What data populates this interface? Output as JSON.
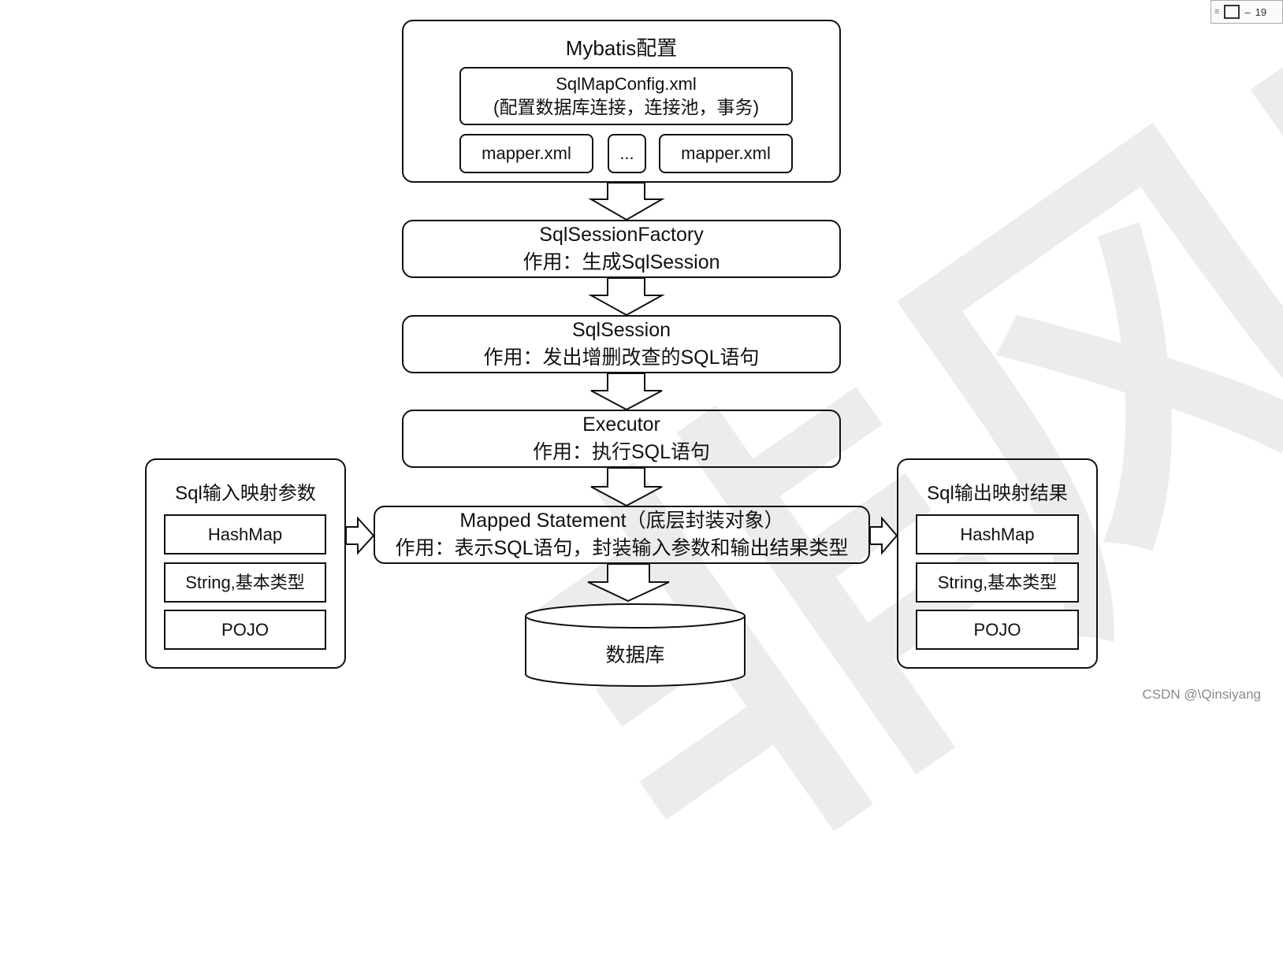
{
  "watermark": "非风实力",
  "config": {
    "title": "Mybatis配置",
    "sqlmap_line1": "SqlMapConfig.xml",
    "sqlmap_line2": "(配置数据库连接，连接池，事务)",
    "mapper_left": "mapper.xml",
    "mapper_mid": "...",
    "mapper_right": "mapper.xml"
  },
  "factory": {
    "title": "SqlSessionFactory",
    "desc": "作用：生成SqlSession"
  },
  "session": {
    "title": "SqlSession",
    "desc": "作用：发出增删改查的SQL语句"
  },
  "executor": {
    "title": "Executor",
    "desc": "作用：执行SQL语句"
  },
  "mapped": {
    "title": "Mapped Statement（底层封装对象）",
    "desc": "作用：表示SQL语句，封装输入参数和输出结果类型"
  },
  "input": {
    "title": "Sql输入映射参数",
    "items": [
      "HashMap",
      "String,基本类型",
      "POJO"
    ]
  },
  "output": {
    "title": "Sql输出映射结果",
    "items": [
      "HashMap",
      "String,基本类型",
      "POJO"
    ]
  },
  "database": {
    "label": "数据库"
  },
  "window_controls": {
    "page_number": "19"
  },
  "credit": "CSDN @\\Qinsiyang"
}
